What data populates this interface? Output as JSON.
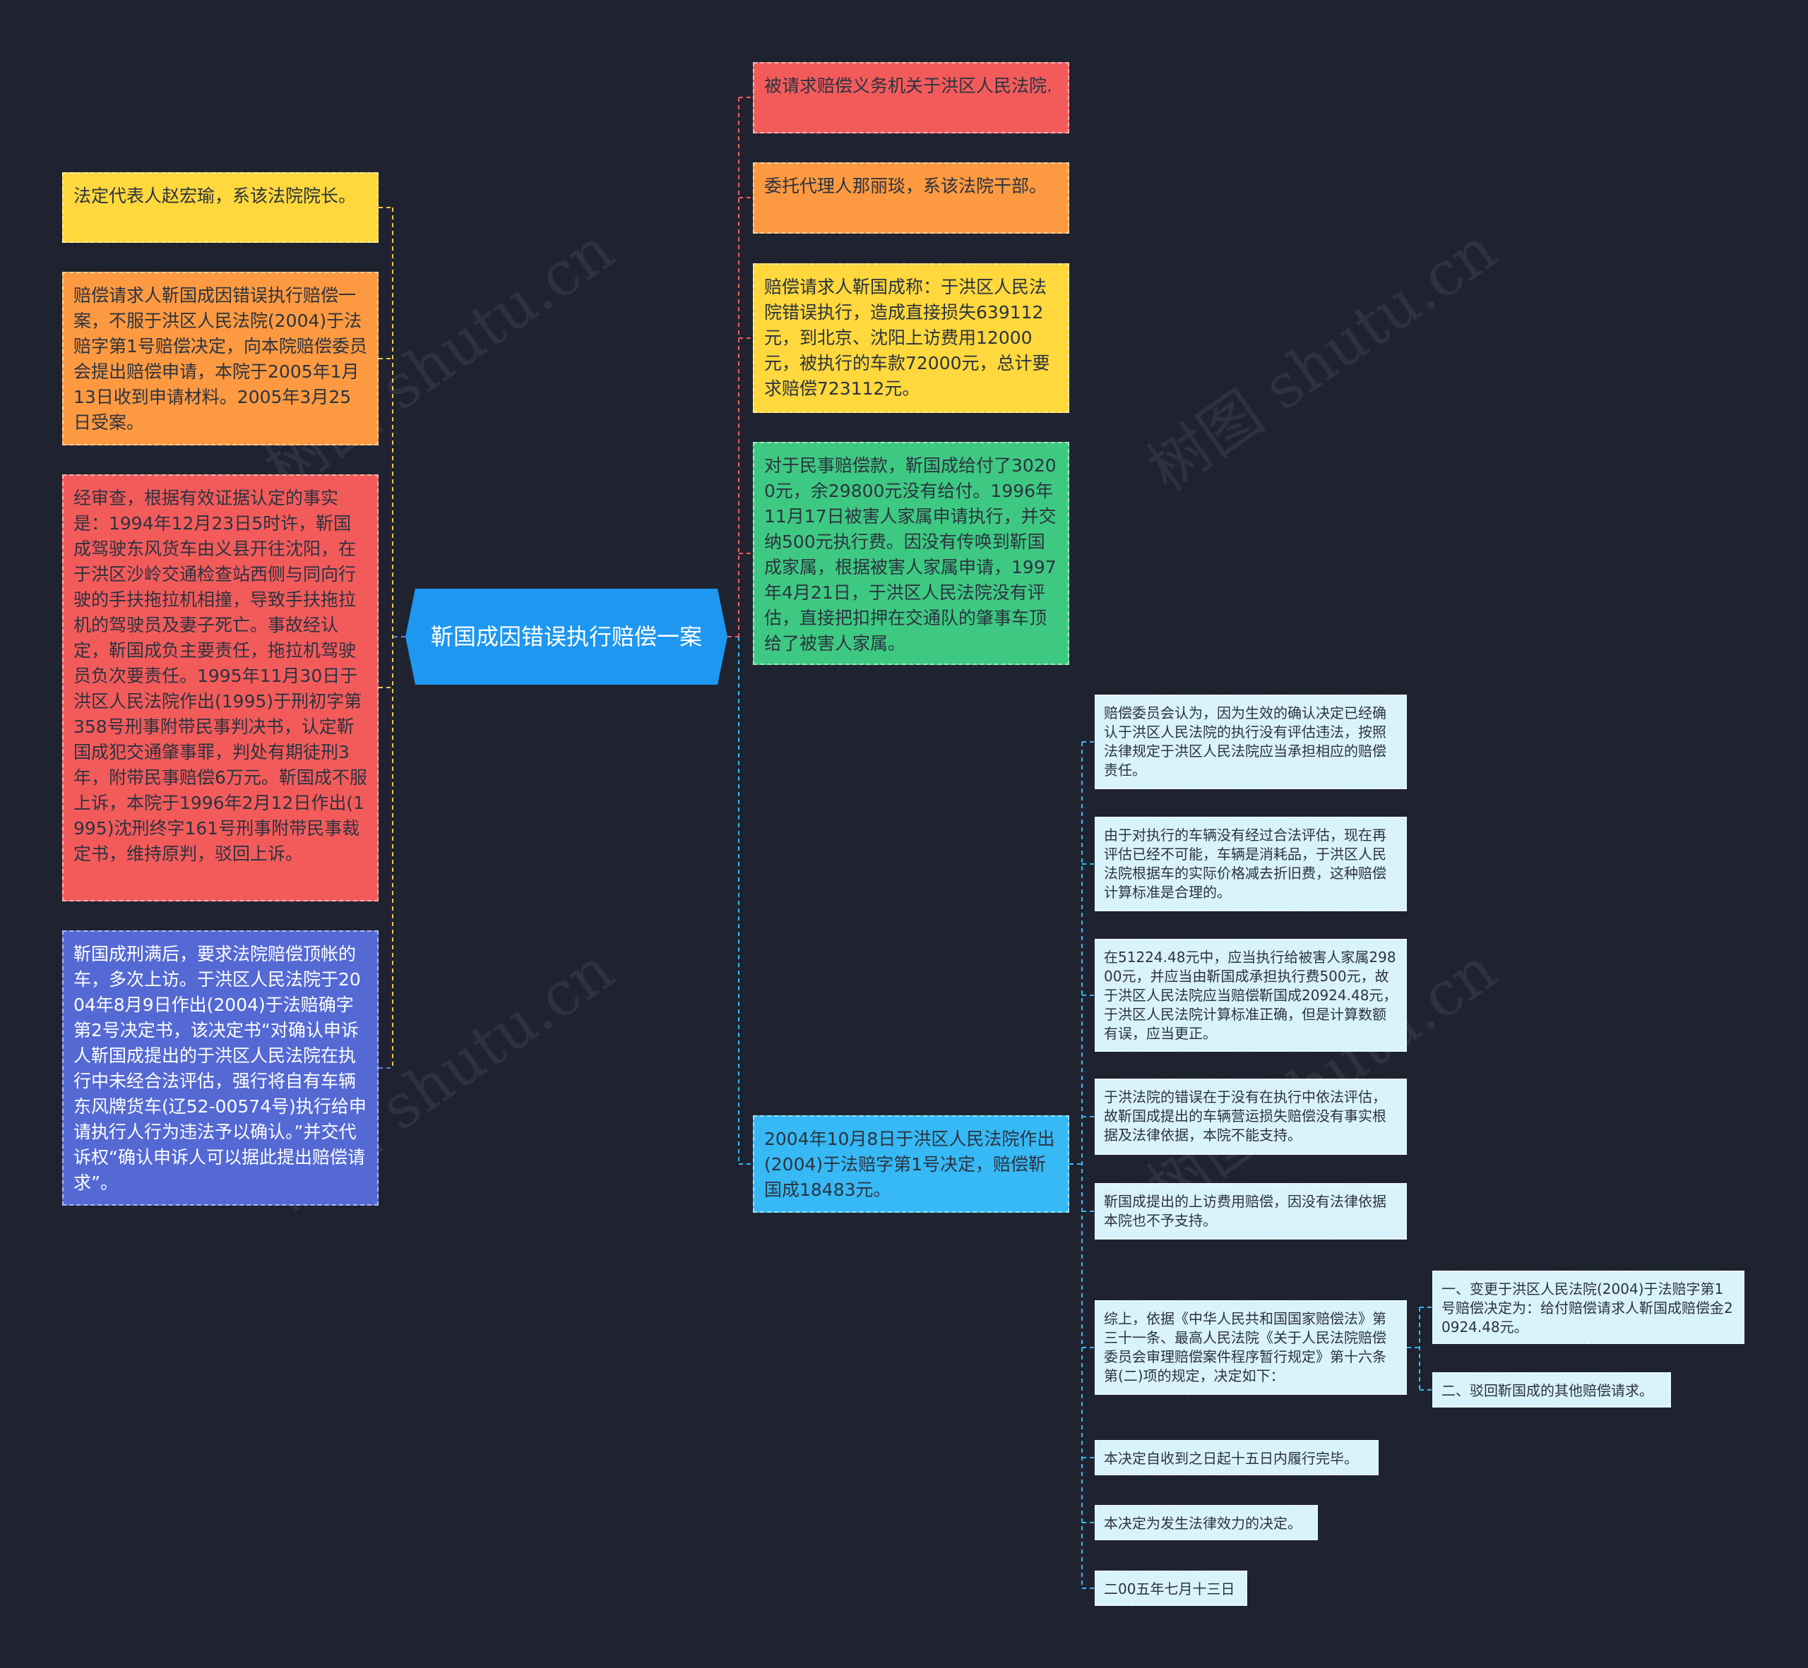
{
  "root": {
    "label": "靳国成因错误执行赔偿一案",
    "color": "#1d97f0"
  },
  "left": [
    {
      "text": "法定代表人赵宏瑜，系该法院院长。",
      "color": "#fed83c"
    },
    {
      "text": "赔偿请求人靳国成因错误执行赔偿一案，不服于洪区人民法院(2004)于法赔字第1号赔偿决定，向本院赔偿委员会提出赔偿申请，本院于2005年1月13日收到申请材料。2005年3月25日受案。",
      "color": "#fd9a41"
    },
    {
      "text": "经审查，根据有效证据认定的事实是：1994年12月23日5时许，靳国成驾驶东风货车由义县开往沈阳，在于洪区沙岭交通检查站西侧与同向行驶的手扶拖拉机相撞，导致手扶拖拉机的驾驶员及妻子死亡。事故经认定，靳国成负主要责任，拖拉机驾驶员负次要责任。1995年11月30日于洪区人民法院作出(1995)于刑初字第358号刑事附带民事判决书，认定靳国成犯交通肇事罪，判处有期徒刑3年，附带民事赔偿6万元。靳国成不服上诉，本院于1996年2月12日作出(1995)沈刑终字161号刑事附带民事裁定书，维持原判，驳回上诉。",
      "color": "#f35b5b"
    },
    {
      "text": "靳国成刑满后，要求法院赔偿顶帐的车，多次上访。于洪区人民法院于2004年8月9日作出(2004)于法赔确字第2号决定书，该决定书“对确认申诉人靳国成提出的于洪区人民法院在执行中未经合法评估，强行将自有车辆东风牌货车(辽52-00574号)执行给申请执行人行为违法予以确认。”并交代诉权“确认申诉人可以据此提出赔偿请求”。",
      "color": "#5469d4"
    }
  ],
  "right": [
    {
      "text": "被请求赔偿义务机关于洪区人民法院.",
      "color": "#f35b5b"
    },
    {
      "text": "委托代理人那丽琰，系该法院干部。",
      "color": "#fd9a41"
    },
    {
      "text": "赔偿请求人靳国成称：于洪区人民法院错误执行，造成直接损失639112元，到北京、沈阳上访费用12000元，被执行的车款72000元，总计要求赔偿723112元。",
      "color": "#fed83c"
    },
    {
      "text": "对于民事赔偿款，靳国成给付了30200元，余29800元没有给付。1996年11月17日被害人家属申请执行，并交纳500元执行费。因没有传唤到靳国成家属，根据被害人家属申请，1997年4月21日，于洪区人民法院没有评估，直接把扣押在交通队的肇事车顶给了被害人家属。",
      "color": "#3ec982"
    },
    {
      "text": "2004年10月8日于洪区人民法院作出(2004)于法赔字第1号决定，赔偿靳国成18483元。",
      "color": "#36b9f5"
    }
  ],
  "decision": [
    {
      "text": "赔偿委员会认为，因为生效的确认决定已经确认于洪区人民法院的执行没有评估违法，按照法律规定于洪区人民法院应当承担相应的赔偿责任。"
    },
    {
      "text": "由于对执行的车辆没有经过合法评估，现在再评估已经不可能，车辆是消耗品，于洪区人民法院根据车的实际价格减去折旧费，这种赔偿计算标准是合理的。"
    },
    {
      "text": "在51224.48元中，应当执行给被害人家属29800元，并应当由靳国成承担执行费500元，故于洪区人民法院应当赔偿靳国成20924.48元，于洪区人民法院计算标准正确，但是计算数额有误，应当更正。"
    },
    {
      "text": "于洪法院的错误在于没有在执行中依法评估，故靳国成提出的车辆营运损失赔偿没有事实根据及法律依据，本院不能支持。"
    },
    {
      "text": "靳国成提出的上访费用赔偿，因没有法律依据本院也不予支持。"
    },
    {
      "text": "综上，依据《中华人民共和国国家赔偿法》第三十一条、最高人民法院《关于人民法院赔偿委员会审理赔偿案件程序暂行规定》第十六条第(二)项的规定，决定如下："
    },
    {
      "text": "本决定自收到之日起十五日内履行完毕。"
    },
    {
      "text": "本决定为发生法律效力的决定。"
    },
    {
      "text": "二00五年七月十三日"
    }
  ],
  "ruling": [
    {
      "text": "一、变更于洪区人民法院(2004)于法赔字第1号赔偿决定为：给付赔偿请求人靳国成赔偿金20924.48元。"
    },
    {
      "text": "二、驳回靳国成的其他赔偿请求。"
    }
  ],
  "small_node_color": "#d9f3fd",
  "connector_colors": {
    "left": "#f2c94c",
    "left_lower": "#6e7fe0",
    "right_upper": "#f35b5b",
    "right_lower": "#36b9f5"
  },
  "watermark": "树图 shutu.cn"
}
